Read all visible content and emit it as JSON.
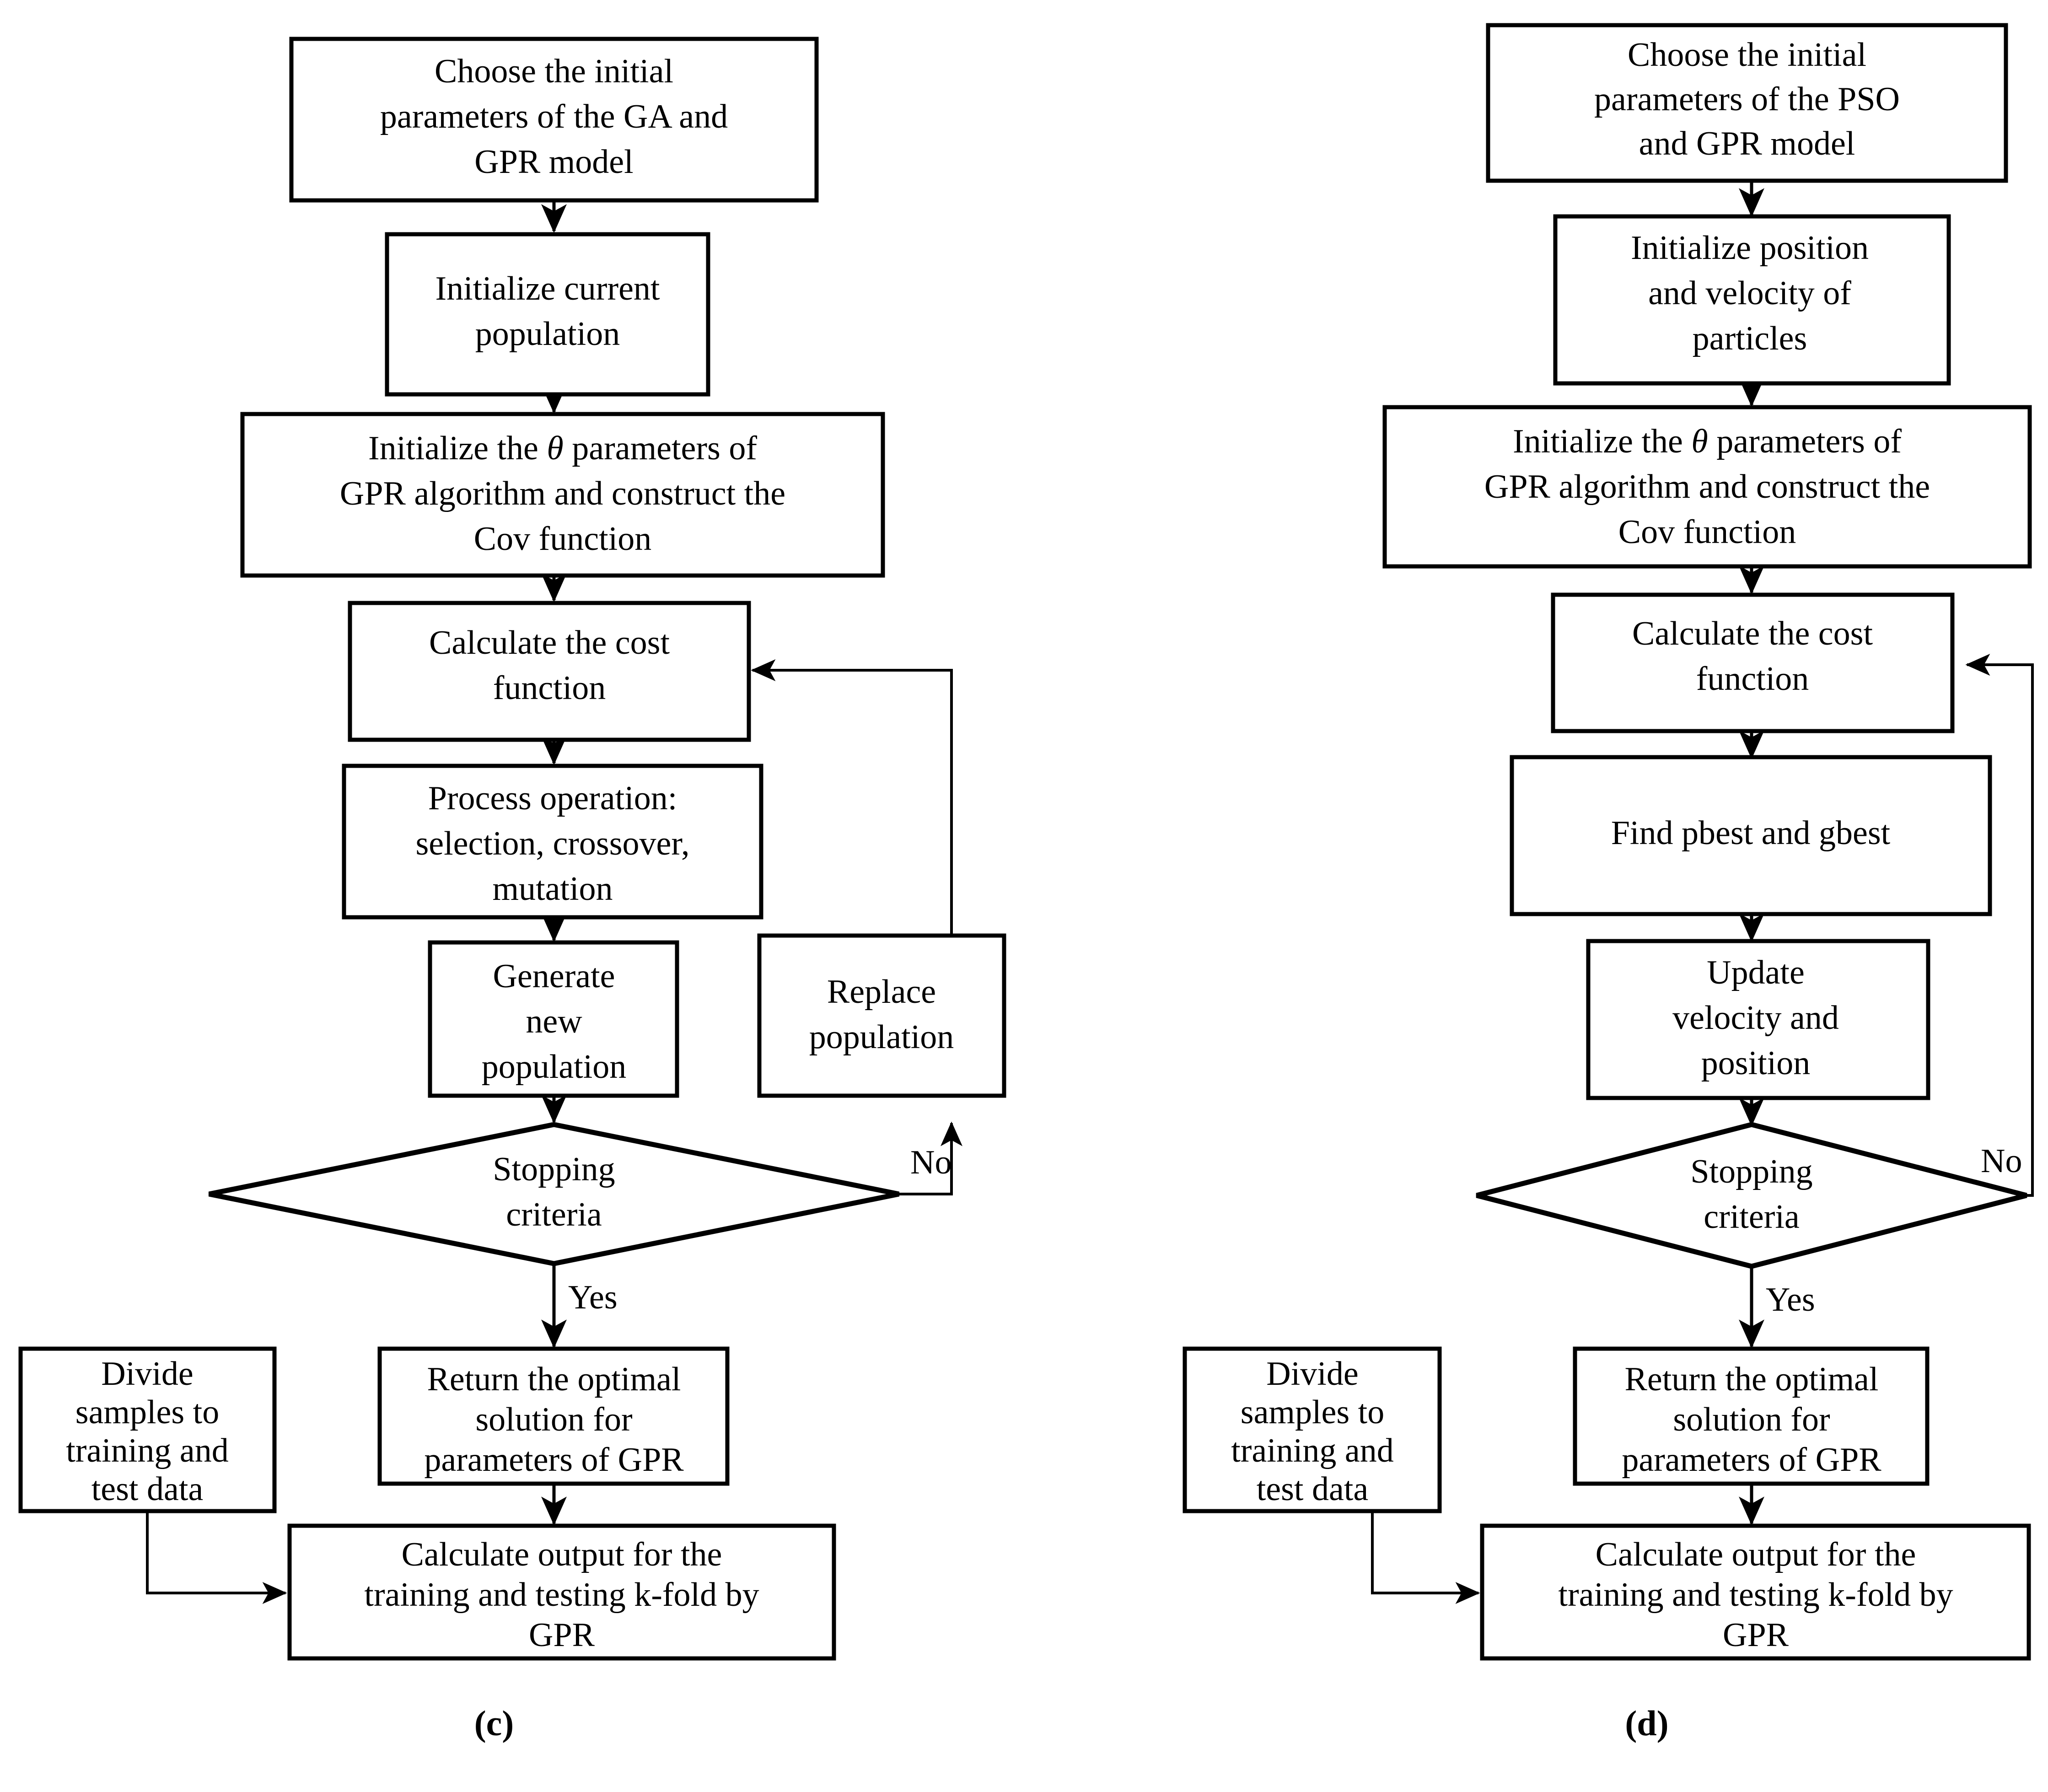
{
  "figure": {
    "type": "flowchart",
    "panels": [
      {
        "id": "c",
        "caption": "(c)",
        "algorithm": "GA-GPR",
        "nodes": [
          {
            "id": "c1",
            "shape": "rect",
            "lines": [
              "Choose the initial",
              "parameters of the GA and",
              "GPR model"
            ]
          },
          {
            "id": "c2",
            "shape": "rect",
            "lines": [
              "Initialize current",
              "population"
            ]
          },
          {
            "id": "c3",
            "shape": "rect",
            "lines": [
              "Initialize the θ parameters of",
              "GPR algorithm and construct the",
              "Cov function"
            ]
          },
          {
            "id": "c4",
            "shape": "rect",
            "lines": [
              "Calculate the cost",
              "function"
            ]
          },
          {
            "id": "c5",
            "shape": "rect",
            "lines": [
              "Process operation:",
              "selection, crossover,",
              "mutation"
            ]
          },
          {
            "id": "c6",
            "shape": "rect",
            "lines": [
              "Generate",
              "new",
              "population"
            ]
          },
          {
            "id": "c7",
            "shape": "rect",
            "lines": [
              "Replace",
              "population"
            ]
          },
          {
            "id": "c8",
            "shape": "diamond",
            "lines": [
              "Stopping",
              "criteria"
            ]
          },
          {
            "id": "c9",
            "shape": "rect",
            "lines": [
              "Divide",
              "samples to",
              "training and",
              "test data"
            ]
          },
          {
            "id": "c10",
            "shape": "rect",
            "lines": [
              "Return the optimal",
              "solution for",
              "parameters of GPR"
            ]
          },
          {
            "id": "c11",
            "shape": "rect",
            "lines": [
              "Calculate output for the",
              "training and testing k-fold by",
              "GPR"
            ]
          }
        ],
        "edge_labels": {
          "no": "No",
          "yes": "Yes"
        }
      },
      {
        "id": "d",
        "caption": "(d)",
        "algorithm": "PSO-GPR",
        "nodes": [
          {
            "id": "d1",
            "shape": "rect",
            "lines": [
              "Choose the initial",
              "parameters of the PSO",
              "and GPR model"
            ]
          },
          {
            "id": "d2",
            "shape": "rect",
            "lines": [
              "Initialize position",
              "and velocity of",
              "particles"
            ]
          },
          {
            "id": "d3",
            "shape": "rect",
            "lines": [
              "Initialize the θ parameters of",
              "GPR algorithm and construct the",
              "Cov function"
            ]
          },
          {
            "id": "d4",
            "shape": "rect",
            "lines": [
              "Calculate the cost",
              "function"
            ]
          },
          {
            "id": "d5",
            "shape": "rect",
            "lines": [
              "Find pbest and gbest"
            ]
          },
          {
            "id": "d6",
            "shape": "rect",
            "lines": [
              "Update",
              "velocity and",
              "position"
            ]
          },
          {
            "id": "d7",
            "shape": "diamond",
            "lines": [
              "Stopping",
              "criteria"
            ]
          },
          {
            "id": "d8",
            "shape": "rect",
            "lines": [
              "Divide",
              "samples to",
              "training and",
              "test data"
            ]
          },
          {
            "id": "d9",
            "shape": "rect",
            "lines": [
              "Return the optimal",
              "solution for",
              "parameters of GPR"
            ]
          },
          {
            "id": "d10",
            "shape": "rect",
            "lines": [
              "Calculate output for the",
              "training and testing k-fold by",
              "GPR"
            ]
          }
        ],
        "edge_labels": {
          "no": "No",
          "yes": "Yes"
        }
      }
    ],
    "colors": {
      "stroke": "#000000",
      "fill": "#ffffff",
      "text": "#000000"
    }
  }
}
